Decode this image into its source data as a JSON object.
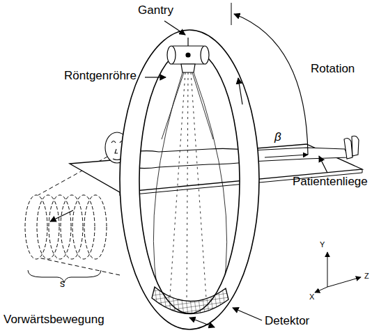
{
  "diagram": {
    "labels": [
      "Gantry",
      "Rotation",
      "Röntgenröhre",
      "Patientenliege",
      "Vorwärtsbewegung",
      "Detektor",
      "β",
      "s",
      "Y",
      "Z",
      "X"
    ]
  }
}
